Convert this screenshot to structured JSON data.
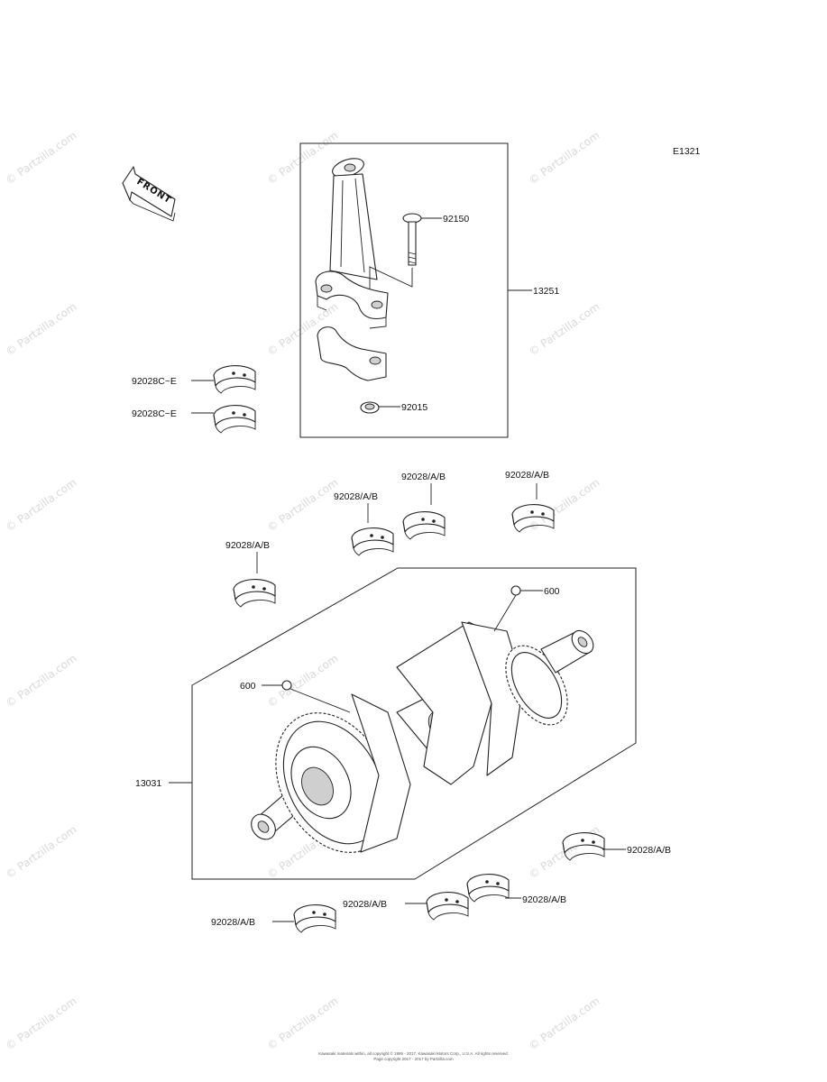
{
  "diagram_code": "E1321",
  "front_label": "FRONT",
  "watermark": "© Partzilla.com",
  "callouts": {
    "bolt": "92150",
    "conrod_assy": "13251",
    "nut": "92015",
    "conrod_bearing_1": "92028C~E",
    "conrod_bearing_2": "92028C~E",
    "main_bearing_1": "92028/A/B",
    "main_bearing_2": "92028/A/B",
    "main_bearing_3": "92028/A/B",
    "main_bearing_4": "92028/A/B",
    "main_bearing_5": "92028/A/B",
    "main_bearing_6": "92028/A/B",
    "main_bearing_7": "92028/A/B",
    "main_bearing_8": "92028/A/B",
    "lube_1": "600",
    "lube_2": "600",
    "crankshaft_assy": "13031"
  },
  "copyright": {
    "line1": "Kawasaki materials within, all copyright © 1995 - 2017, Kawasaki Motors Corp., U.S.A. All rights reserved.",
    "line2": "Page copyright 2017 - 2017 by Partzilla.com"
  }
}
